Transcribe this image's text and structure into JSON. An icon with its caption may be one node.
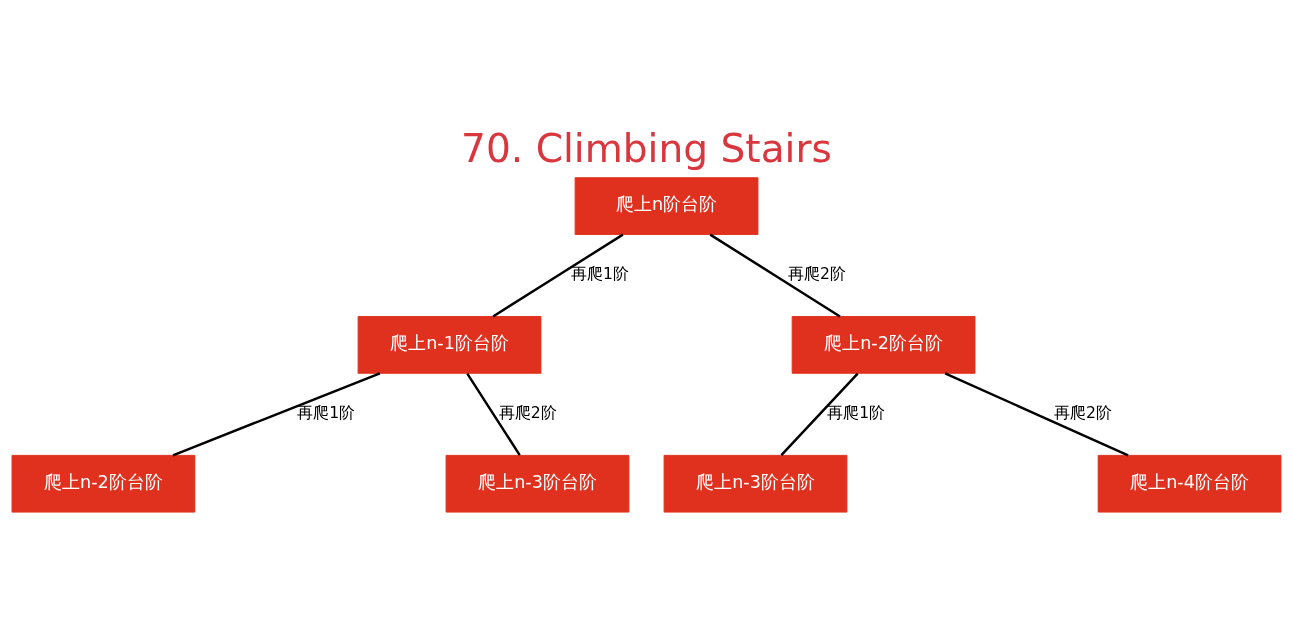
{
  "diagram": {
    "title": "70. Climbing Stairs",
    "nodes": [
      {
        "text": [
          "爬上n阶台阶"
        ]
      },
      {
        "text": [
          "爬上n-1阶台阶"
        ]
      },
      {
        "text": [
          "爬上n-2阶台阶"
        ]
      },
      {
        "text": [
          "爬上n-2阶台阶"
        ]
      },
      {
        "text": [
          "爬上n-3阶台阶"
        ]
      },
      {
        "text": [
          "爬上n-3阶台阶"
        ]
      },
      {
        "text": [
          "爬上n-4阶台阶"
        ]
      }
    ],
    "edges": [
      {
        "from": 0,
        "to": 1,
        "arrow": "none",
        "label": "再爬1阶"
      },
      {
        "from": 0,
        "to": 2,
        "arrow": "none",
        "label": "再爬2阶"
      },
      {
        "from": 1,
        "to": 3,
        "arrow": "none",
        "label": "再爬1阶"
      },
      {
        "from": 1,
        "to": 4,
        "arrow": "none",
        "label": "再爬2阶"
      },
      {
        "from": 2,
        "to": 5,
        "arrow": "none",
        "label": "再爬1阶"
      },
      {
        "from": 2,
        "to": 6,
        "arrow": "none",
        "label": "再爬2阶"
      }
    ]
  }
}
